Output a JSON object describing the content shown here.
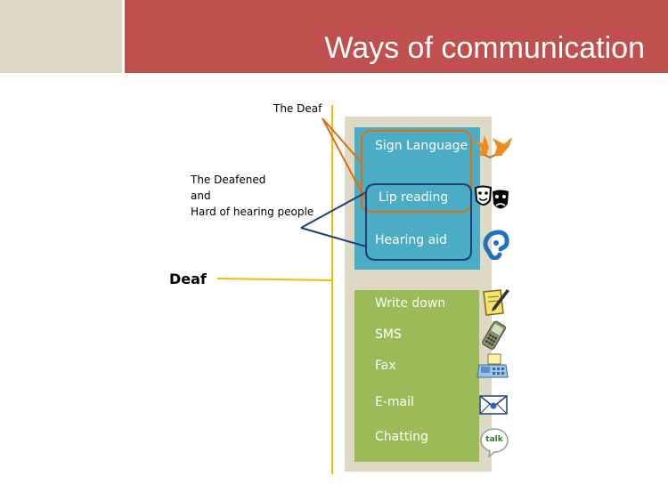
{
  "header": {
    "title": "Ways of communication"
  },
  "labels": {
    "the_deaf": "The Deaf",
    "deafened_line1": "The Deafened",
    "deafened_line2": "and",
    "deafened_line3": "Hard of hearing people",
    "deaf": "Deaf"
  },
  "methods": {
    "visual": [
      "Sign Language",
      "Lip reading",
      "Hearing aid"
    ],
    "written": [
      "Write down",
      "SMS",
      "Fax",
      "E-mail",
      "Chatting"
    ]
  },
  "chat_badge": "talk",
  "colors": {
    "header_red": "#c0504d",
    "header_beige": "#ddd8c6",
    "panel_beige": "#ddd9c4",
    "blue_box": "#4bacc6",
    "green_box": "#9bbb59",
    "orange_line": "#e46c0a",
    "yellow_line": "#f6b70a",
    "navy_line": "#1f3f7a"
  },
  "icons": {
    "sign_language": "signing-hands-icon",
    "lip_reading": "theater-masks-icon",
    "hearing_aid": "ear-icon",
    "write_down": "pen-paper-icon",
    "sms": "mobile-phone-icon",
    "fax": "fax-machine-icon",
    "email": "envelope-icon",
    "chatting": "talk-bubble-icon"
  }
}
